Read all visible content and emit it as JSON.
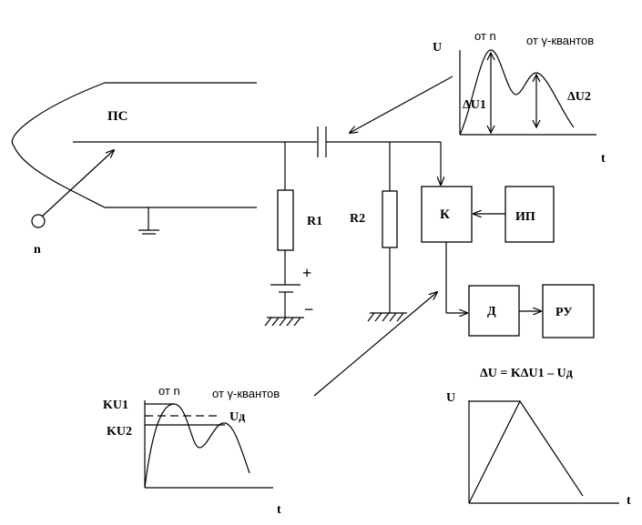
{
  "diagram": {
    "detector_label": "ПС",
    "particle_label": "n",
    "resistor1_label": "R1",
    "resistor2_label": "R2",
    "battery_plus": "+",
    "battery_minus": "−",
    "blocks": {
      "k": "К",
      "ip": "ИП",
      "d": "Д",
      "ru": "РУ"
    }
  },
  "graph_top": {
    "y_label": "U",
    "x_label": "t",
    "peak1_label": "от n",
    "peak2_label": "от γ-квантов",
    "du1_label": "ΔU1",
    "du2_label": "ΔU2"
  },
  "graph_bottom_left": {
    "x_label": "t",
    "ku1_label": "KU1",
    "ku2_label": "KU2",
    "ud_label": "Uд",
    "peak1_label": "от n",
    "peak2_label": "от γ-квантов"
  },
  "graph_bottom_right": {
    "formula": "ΔU = KΔU1 – Uд",
    "y_label": "U",
    "x_label": "t"
  }
}
